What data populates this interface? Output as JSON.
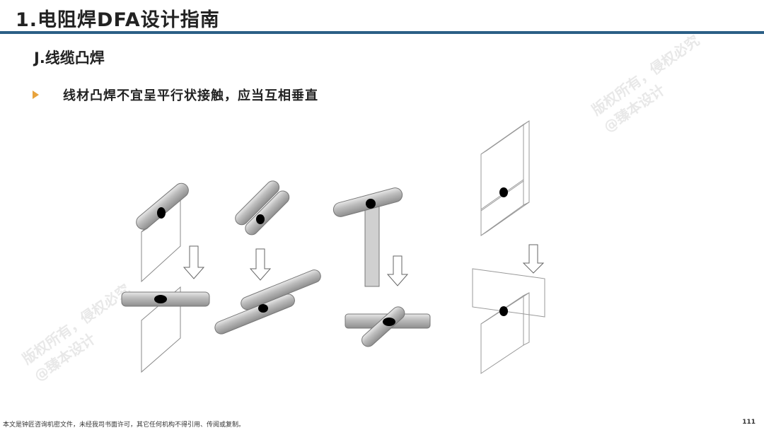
{
  "header": {
    "title": "1.电阻焊DFA设计指南"
  },
  "section": {
    "heading": "J.线缆凸焊"
  },
  "bullet": {
    "text": "线材凸焊不宜呈平行状接触，应当互相垂直"
  },
  "watermark": {
    "line1": "版权所有，侵权必究",
    "line2": "@臻本设计"
  },
  "footer": {
    "notice": "本文是钟匠咨询机密文件，未经我司书面许可，其它任何机构不得引用、传阅或复制。",
    "page": "111"
  },
  "colors": {
    "rule": "#2b5f86",
    "bullet": "#e8a33c",
    "weld": "#000000"
  },
  "icons": {
    "bullet": "triangle-bullet-icon",
    "arrow": "down-arrow-icon"
  }
}
